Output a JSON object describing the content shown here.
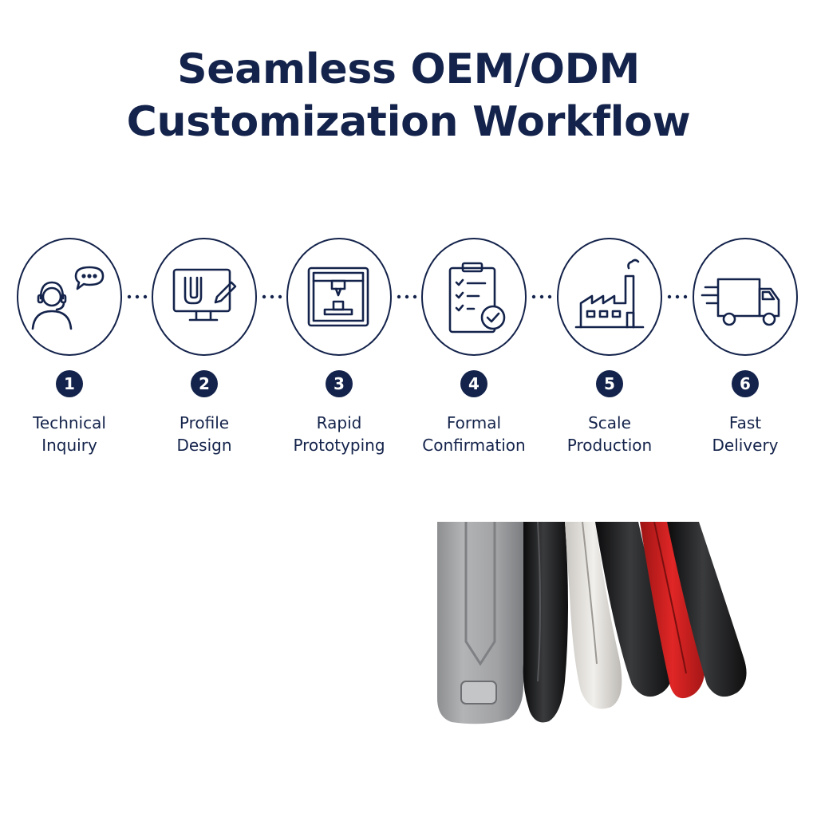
{
  "title": {
    "line1": "Seamless OEM/ODM",
    "line2": "Customization Workflow"
  },
  "steps": [
    {
      "number": "1",
      "line1": "Technical",
      "line2": "Inquiry",
      "icon": "support-agent-icon"
    },
    {
      "number": "2",
      "line1": "Profile",
      "line2": "Design",
      "icon": "cad-design-icon"
    },
    {
      "number": "3",
      "line1": "Rapid",
      "line2": "Prototyping",
      "icon": "3d-printer-icon"
    },
    {
      "number": "4",
      "line1": "Formal",
      "line2": "Confirmation",
      "icon": "clipboard-check-icon"
    },
    {
      "number": "5",
      "line1": "Scale",
      "line2": "Production",
      "icon": "factory-icon"
    },
    {
      "number": "6",
      "line1": "Fast",
      "line2": "Delivery",
      "icon": "delivery-truck-icon"
    }
  ],
  "colors": {
    "navy": "#14234b",
    "background": "#ffffff"
  }
}
